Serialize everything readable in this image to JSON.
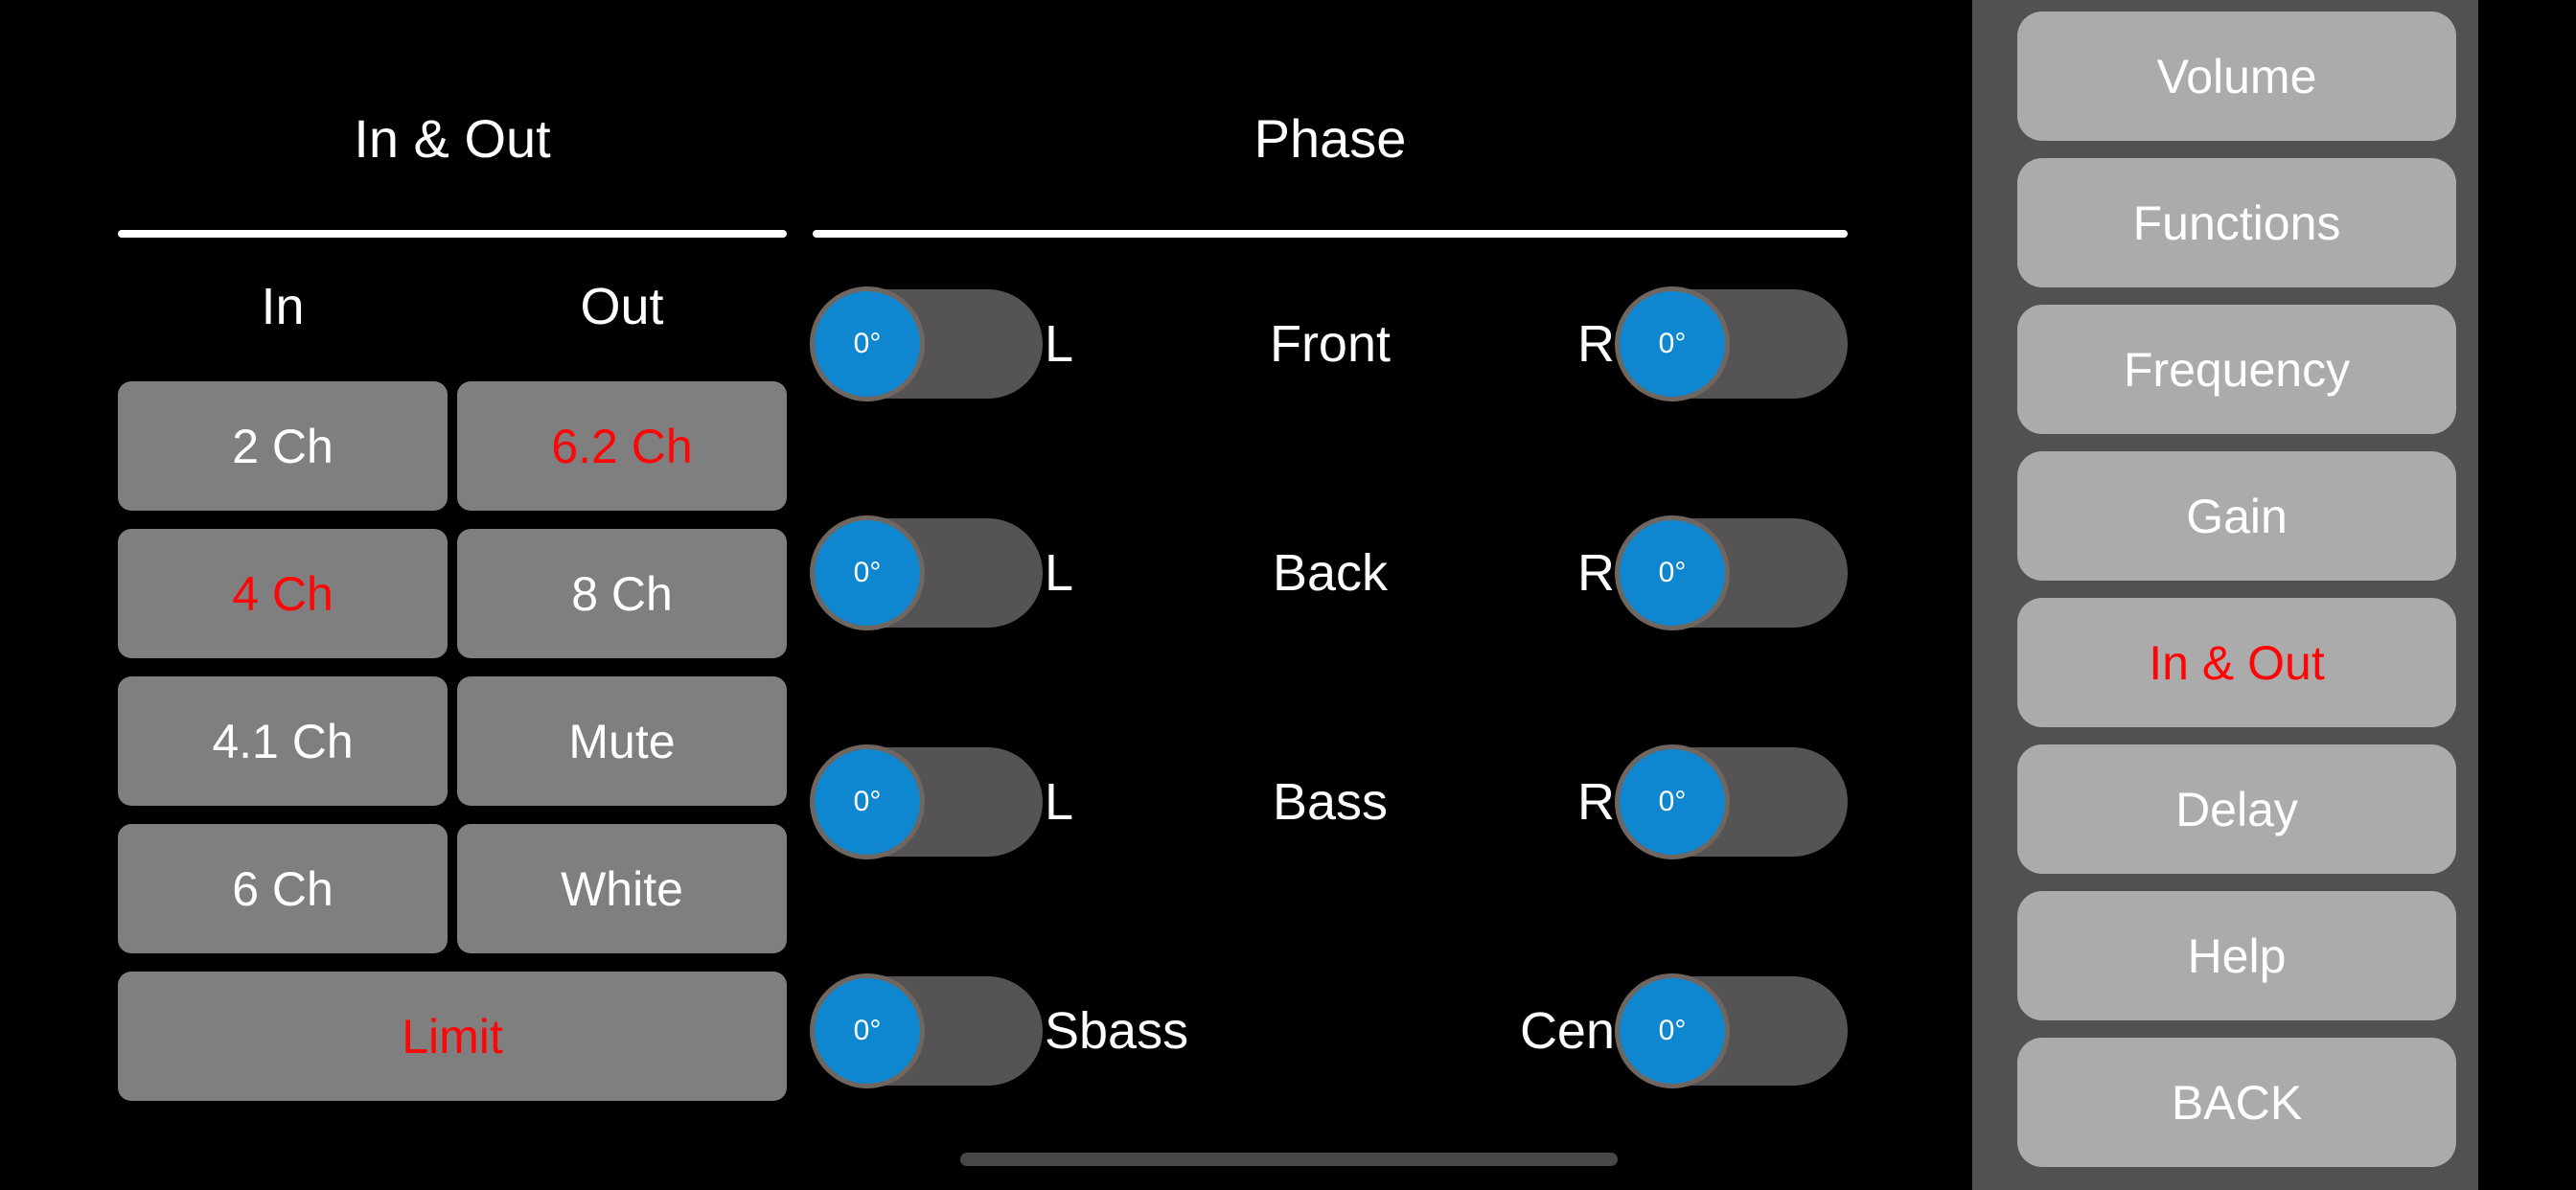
{
  "colors": {
    "background": "#000000",
    "text": "#ffffff",
    "underline": "#ffffff",
    "panel_button": "#7f7f7f",
    "accent_red": "#fe0606",
    "toggle_track": "#555353",
    "toggle_knob": "#0f87d0",
    "knob_ring": "#6f665f",
    "sidebar_bg": "#515151",
    "sidebar_button": "#ababab",
    "scrollbar": "#474747"
  },
  "inout_section": {
    "title": "In & Out",
    "col_headers": [
      "In",
      "Out"
    ],
    "buttons": [
      {
        "label": "2 Ch",
        "accent": false
      },
      {
        "label": "6.2 Ch",
        "accent": true
      },
      {
        "label": "4 Ch",
        "accent": true
      },
      {
        "label": "8 Ch",
        "accent": false
      },
      {
        "label": "4.1 Ch",
        "accent": false
      },
      {
        "label": "Mute",
        "accent": false
      },
      {
        "label": "6 Ch",
        "accent": false
      },
      {
        "label": "White",
        "accent": false
      }
    ],
    "wide_button": {
      "label": "Limit",
      "accent": true
    }
  },
  "phase_section": {
    "title": "Phase",
    "rows": [
      {
        "left_label": "L",
        "center_label": "Front",
        "right_label": "R",
        "left_value": "0°",
        "right_value": "0°"
      },
      {
        "left_label": "L",
        "center_label": "Back",
        "right_label": "R",
        "left_value": "0°",
        "right_value": "0°"
      },
      {
        "left_label": "L",
        "center_label": "Bass",
        "right_label": "R",
        "left_value": "0°",
        "right_value": "0°"
      },
      {
        "left_label": "Sbass",
        "center_label": "",
        "right_label": "Cen",
        "left_value": "0°",
        "right_value": "0°"
      }
    ]
  },
  "sidebar": {
    "items": [
      {
        "label": "Volume",
        "active": false
      },
      {
        "label": "Functions",
        "active": false
      },
      {
        "label": "Frequency",
        "active": false
      },
      {
        "label": "Gain",
        "active": false
      },
      {
        "label": "In & Out",
        "active": true
      },
      {
        "label": "Delay",
        "active": false
      },
      {
        "label": "Help",
        "active": false
      },
      {
        "label": "BACK",
        "active": false
      }
    ]
  }
}
